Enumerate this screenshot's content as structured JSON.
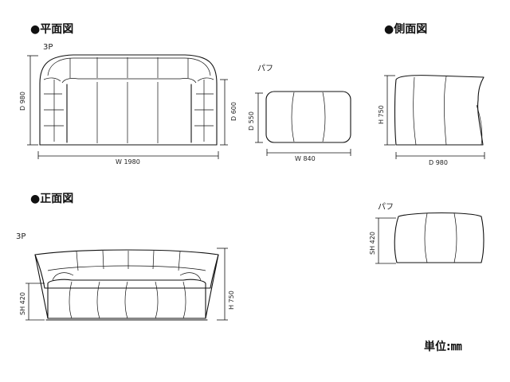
{
  "headings": {
    "plan": "●平面図",
    "side": "●側面図",
    "front": "●正面図"
  },
  "models": {
    "plan_3p": "3P",
    "front_3p": "3P",
    "pouf_plan": "パフ",
    "pouf_side": "パフ"
  },
  "dimensions": {
    "plan_depth": "D 980",
    "plan_width": "W 1980",
    "plan_seat_depth": "D 600",
    "pouf_depth": "D 550",
    "pouf_width": "W 840",
    "side_height": "H 750",
    "side_depth": "D 980",
    "front_seat_height": "SH 420",
    "front_height": "H 750",
    "pouf_seat_height": "SH 420"
  },
  "unit_label": "単位:㎜"
}
